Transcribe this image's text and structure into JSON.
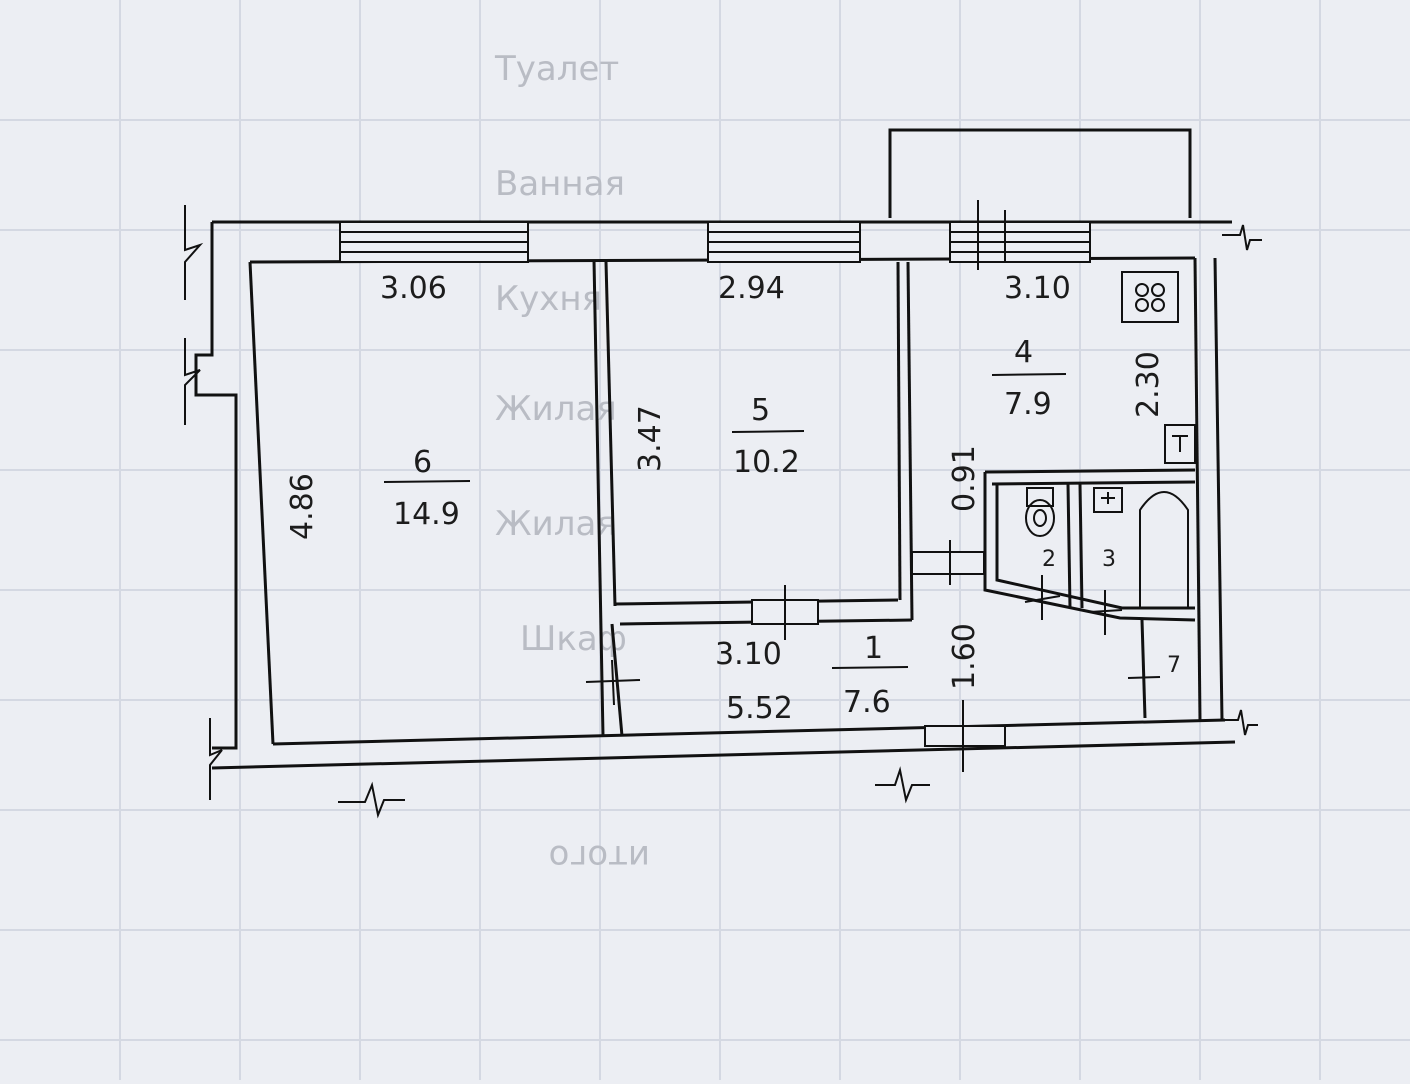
{
  "plan": {
    "rooms": [
      {
        "number": "6",
        "area": "14.9"
      },
      {
        "number": "5",
        "area": "10.2"
      },
      {
        "number": "4",
        "area": "7.9"
      },
      {
        "number": "1",
        "area": "7.6"
      },
      {
        "number": "2"
      },
      {
        "number": "3"
      },
      {
        "number": "7"
      }
    ],
    "dimensions": {
      "room6_width": "3.06",
      "room5_width": "2.94",
      "room4_width": "3.10",
      "room6_height": "4.86",
      "room5_height": "3.47",
      "room4_height": "2.30",
      "hall_width_inner": "3.10",
      "hall_length": "5.52",
      "hall_depth": "1.60",
      "passage": "0.91"
    },
    "symbols": {
      "stove": "stove-icon",
      "water_heater": "water-heater-icon",
      "toilet": "toilet-icon",
      "bathtub": "bathtub-icon",
      "sink": "sink-icon"
    }
  },
  "background_table": {
    "words": [
      "Туалет",
      "Ванная",
      "Кухня",
      "Жилая",
      "Жилая",
      "Шкаф",
      "итого"
    ]
  },
  "colors": {
    "paper": "#eceef3",
    "ink": "#111111",
    "grid": "#d4d8e2"
  }
}
